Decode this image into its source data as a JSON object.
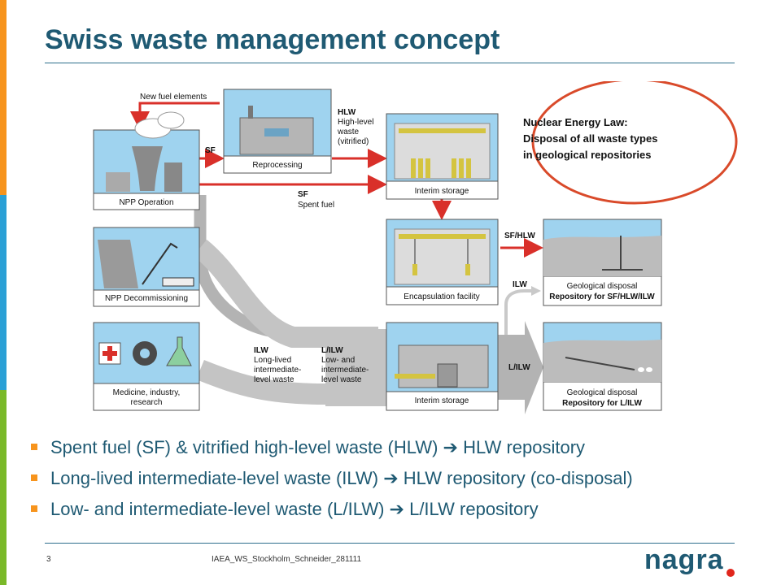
{
  "title": "Swiss waste management concept",
  "colors": {
    "title": "#1f5a73",
    "bar_orange": "#f7941d",
    "bar_blue": "#2aa0d6",
    "bar_green": "#7ab929",
    "arrow_red": "#d9302a",
    "flow_gray": "#b3b3b3",
    "sky": "#9fd3ef",
    "callout_border": "#d94a2a",
    "logo_dot": "#e1261c"
  },
  "diagram": {
    "sources": {
      "npp_operation": "NPP Operation",
      "npp_decommissioning": "NPP Decommissioning",
      "medicine": [
        "Medicine, industry,",
        "research"
      ]
    },
    "facilities": {
      "reprocessing": "Reprocessing",
      "interim_storage_top": "Interim storage",
      "encapsulation": "Encapsulation facility",
      "interim_storage_bottom": "Interim storage"
    },
    "repositories": {
      "hlw": [
        "Geological disposal",
        "Repository for SF/HLW/ILW"
      ],
      "lilw": [
        "Geological disposal",
        "Repository for L/ILW"
      ]
    },
    "flow_labels": {
      "new_fuel": "New fuel elements",
      "sf": "SF",
      "hlw": [
        "HLW",
        "High-level",
        "waste",
        "(vitrified)"
      ],
      "sf_spent": [
        "SF",
        "Spent fuel"
      ],
      "sf_hlw": "SF/HLW",
      "ilw": "ILW",
      "ilw_long": [
        "ILW",
        "Long-lived",
        "intermediate-",
        "level waste"
      ],
      "lilw_low": [
        "L/ILW",
        "Low- and",
        "intermediate-",
        "level waste"
      ],
      "lilw": "L/ILW"
    },
    "callout": [
      "Nuclear Energy Law:",
      "Disposal of all waste types",
      "in geological repositories"
    ]
  },
  "bullets": [
    "Spent fuel (SF) & vitrified high-level waste (HLW) ➔ HLW repository",
    "Long-lived intermediate-level waste (ILW) ➔ HLW repository (co-disposal)",
    "Low- and intermediate-level waste (L/ILW) ➔ L/ILW repository"
  ],
  "footer": {
    "page": "3",
    "reference": "IAEA_WS_Stockholm_Schneider_281111"
  },
  "logo": "nagra"
}
